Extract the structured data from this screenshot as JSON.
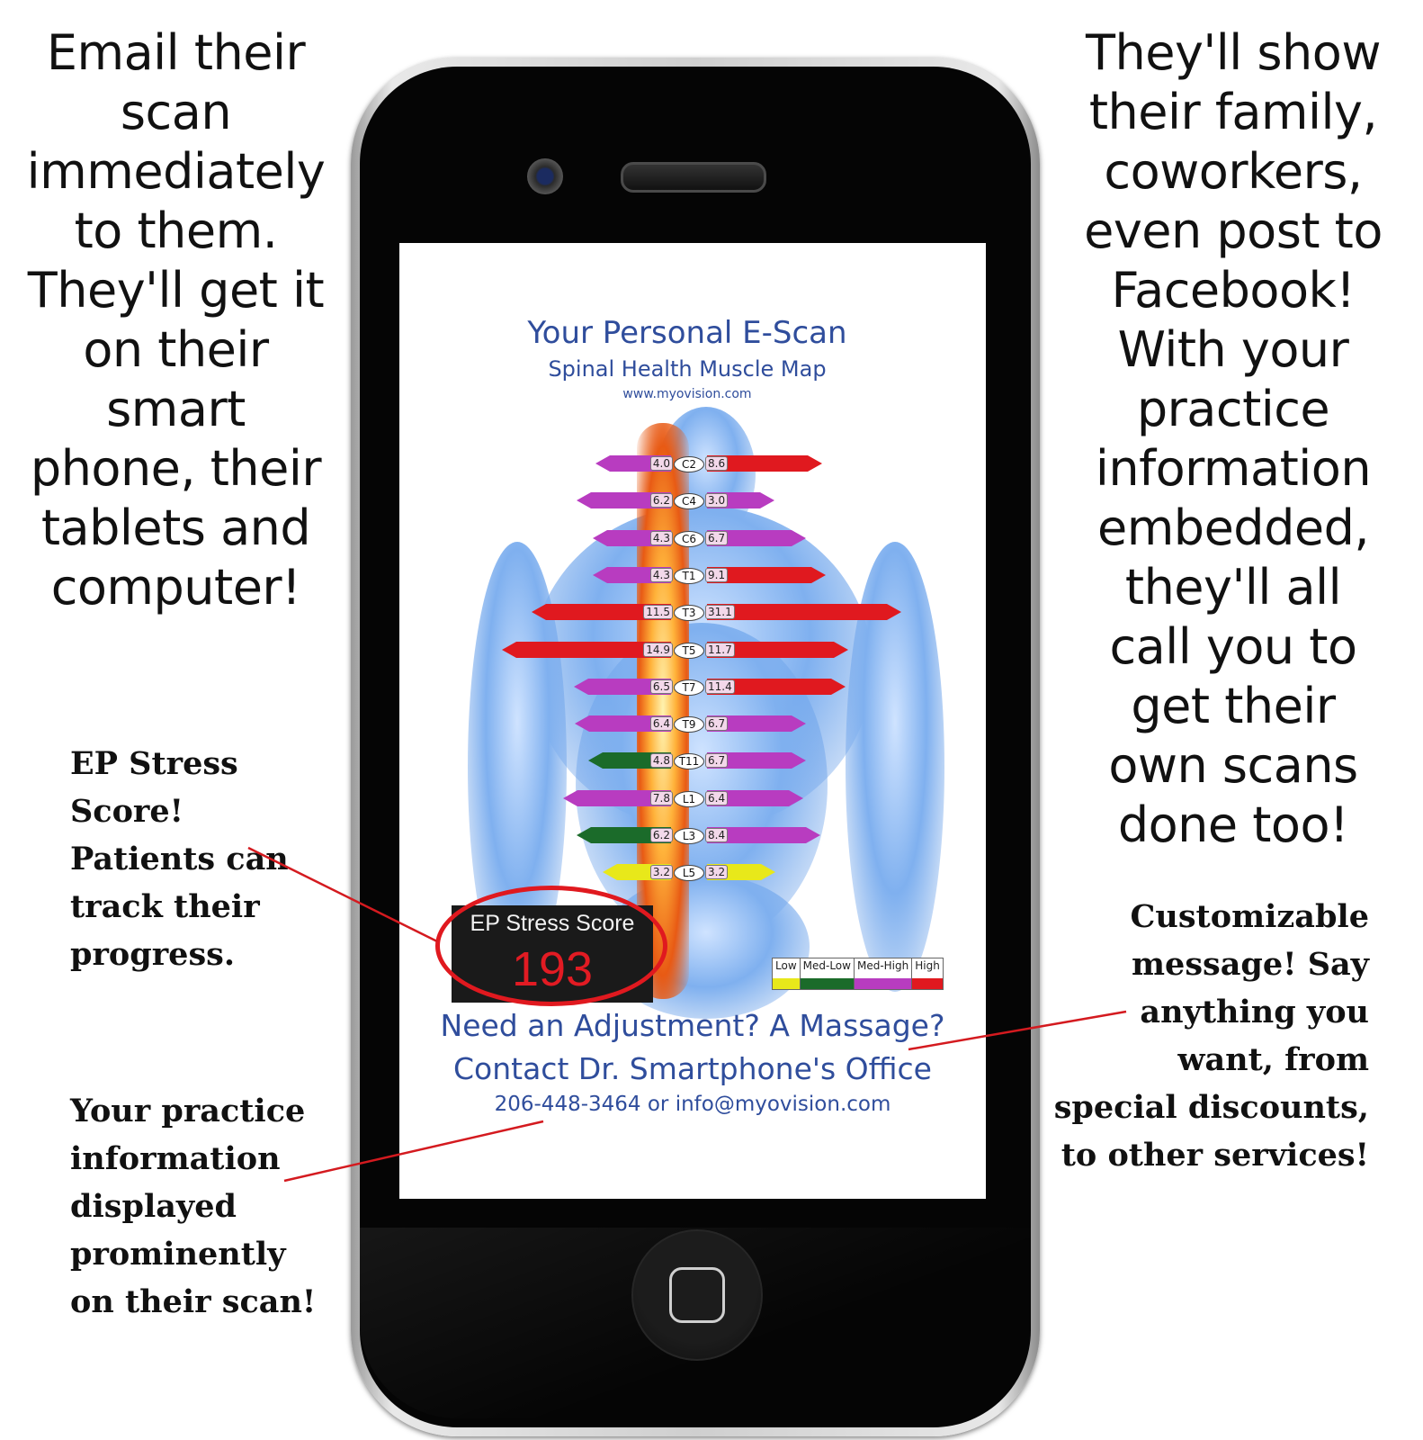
{
  "left_text": "Email their\nscan\nimmediately\nto them.\nThey'll get it\non their smart\nphone, their\ntablets and\ncomputer!",
  "right_text": "They'll show\ntheir family,\ncoworkers,\neven post to\nFacebook!\nWith your\npractice\ninformation\nembedded,\nthey'll all\ncall you to\nget their\nown scans\ndone too!",
  "callouts": {
    "score": "EP Stress Score!\nPatients can\ntrack their\nprogress.",
    "practice": "Your practice\ninformation\ndisplayed\nprominently\non their scan!",
    "message": "Customizable\nmessage! Say\nanything you\nwant, from\nspecial discounts,\nto other services!"
  },
  "screen": {
    "title": "Your Personal E-Scan",
    "subtitle": "Spinal Health Muscle Map",
    "url": "www.myovision.com",
    "ep_label": "EP Stress Score",
    "ep_value": "193",
    "message_line1": "Need an Adjustment?  A Massage?",
    "message_line2": "Contact Dr. Smartphone's Office",
    "contact": "206-448-3464 or info@myovision.com"
  },
  "legend": [
    {
      "label": "Low",
      "color": "#e8e81a"
    },
    {
      "label": "Med-Low",
      "color": "#1b6b2a"
    },
    {
      "label": "Med-High",
      "color": "#b83cc0"
    },
    {
      "label": "High",
      "color": "#e0191f"
    }
  ],
  "vertebrae": [
    {
      "name": "C2",
      "left": "4.0",
      "right": "8.6",
      "left_level": "Med-High",
      "right_level": "High"
    },
    {
      "name": "C4",
      "left": "6.2",
      "right": "3.0",
      "left_level": "Med-High",
      "right_level": "Med-High"
    },
    {
      "name": "C6",
      "left": "4.3",
      "right": "6.7",
      "left_level": "Med-High",
      "right_level": "Med-High"
    },
    {
      "name": "T1",
      "left": "4.3",
      "right": "9.1",
      "left_level": "Med-High",
      "right_level": "High"
    },
    {
      "name": "T3",
      "left": "11.5",
      "right": "31.1",
      "left_level": "High",
      "right_level": "High"
    },
    {
      "name": "T5",
      "left": "14.9",
      "right": "11.7",
      "left_level": "High",
      "right_level": "High"
    },
    {
      "name": "T7",
      "left": "6.5",
      "right": "11.4",
      "left_level": "Med-High",
      "right_level": "High"
    },
    {
      "name": "T9",
      "left": "6.4",
      "right": "6.7",
      "left_level": "Med-High",
      "right_level": "Med-High"
    },
    {
      "name": "T11",
      "left": "4.8",
      "right": "6.7",
      "left_level": "Med-Low",
      "right_level": "Med-High"
    },
    {
      "name": "L1",
      "left": "7.8",
      "right": "6.4",
      "left_level": "Med-High",
      "right_level": "Med-High"
    },
    {
      "name": "L3",
      "left": "6.2",
      "right": "8.4",
      "left_level": "Med-Low",
      "right_level": "Med-High"
    },
    {
      "name": "L5",
      "left": "3.2",
      "right": "3.2",
      "left_level": "Low",
      "right_level": "Low"
    }
  ]
}
